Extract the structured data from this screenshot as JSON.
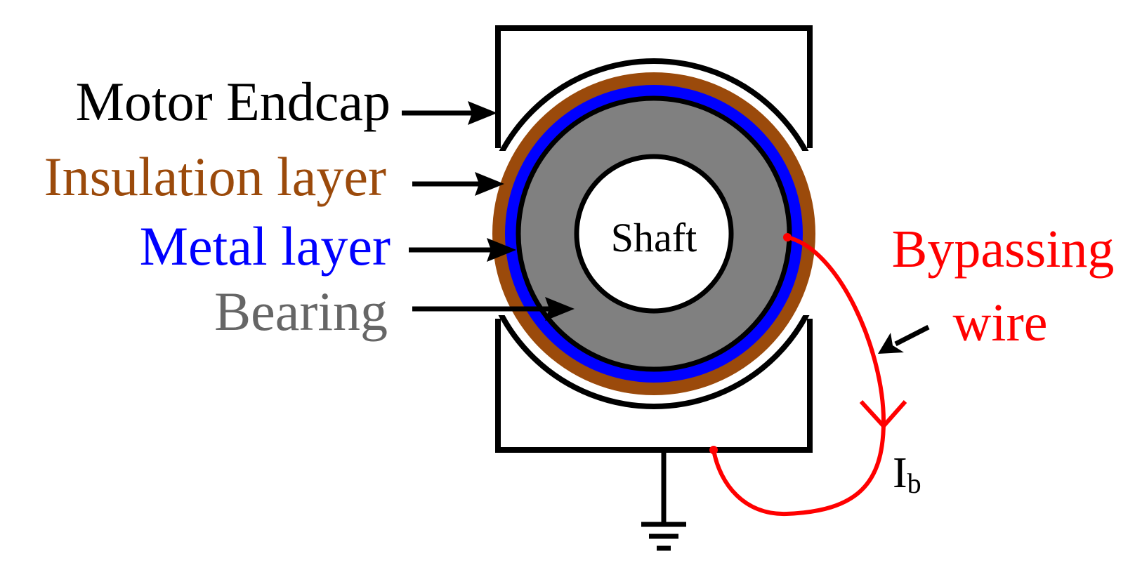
{
  "labels": {
    "endcap": "Motor Endcap",
    "insulation": "Insulation layer",
    "metal": "Metal layer",
    "bearing": "Bearing",
    "shaft": "Shaft",
    "bypass_line1": "Bypassing",
    "bypass_line2": "wire",
    "current_main": "I",
    "current_sub": "b"
  },
  "colors": {
    "endcap_text": "#000000",
    "insulation": "#9b4a0b",
    "metal": "#0000ff",
    "bearing": "#808080",
    "bearing_text": "#666666",
    "wire": "#ff0000",
    "outline": "#000000"
  }
}
